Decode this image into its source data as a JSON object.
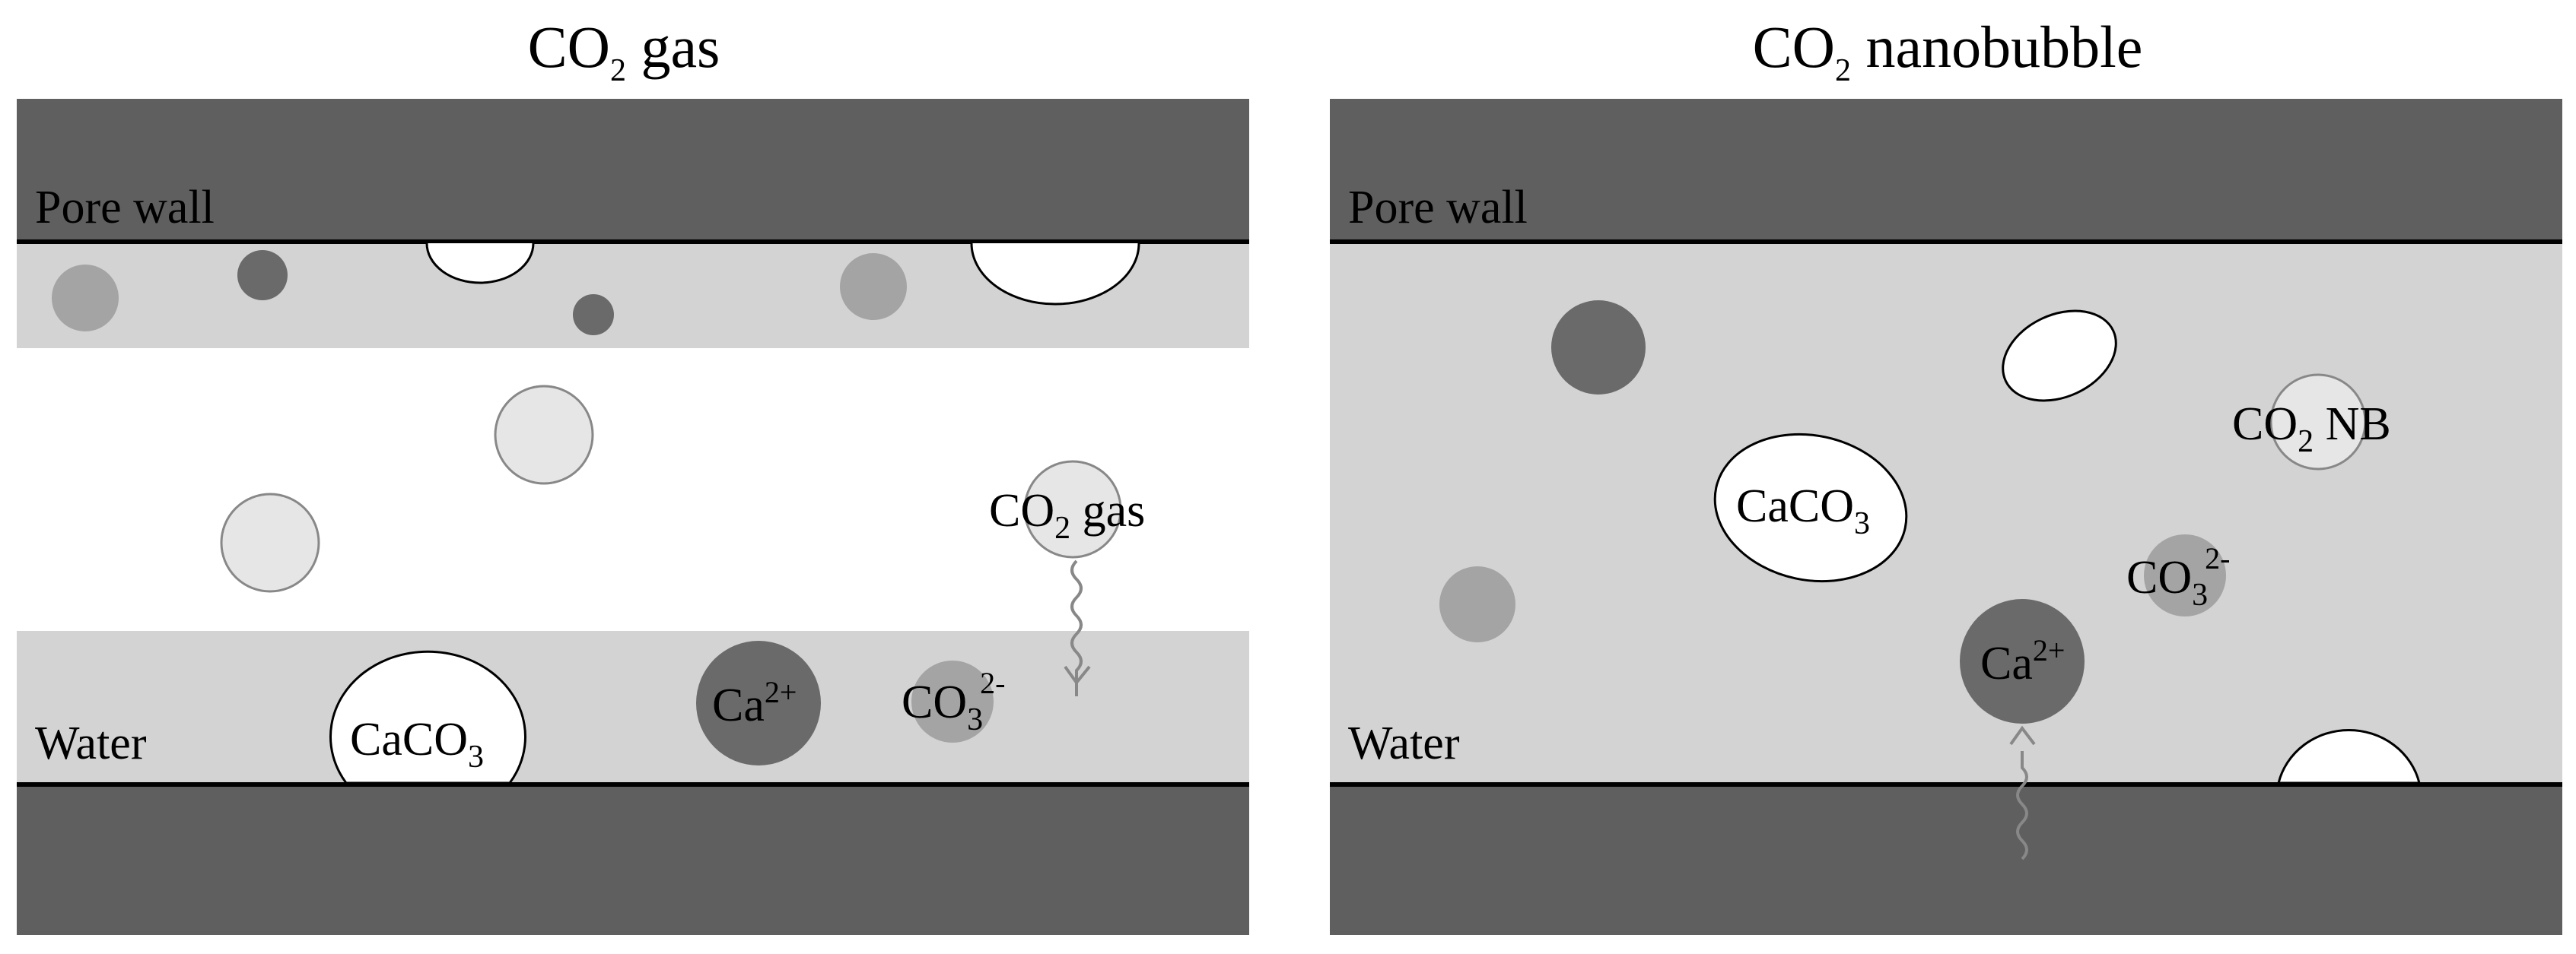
{
  "colors": {
    "pore_wall": "#5f5f5f",
    "water": "#d3d3d3",
    "gas_region": "#ffffff",
    "ca_ion": "#6a6a6a",
    "co3_ion": "#a4a4a4",
    "gas_bubble": "#e6e6e6",
    "caco3": "#ffffff",
    "outline": "#000000"
  },
  "left_panel": {
    "title": {
      "main": "CO",
      "sub": "2",
      "tail": " gas"
    },
    "pore_wall_label": "Pore wall",
    "water_label": "Water",
    "caco3_label": {
      "main": "CaCO",
      "sub": "3"
    },
    "ca_label": {
      "main": "Ca",
      "sup": "2+"
    },
    "co3_label": {
      "main": "CO",
      "sub": "3",
      "sup": "2-"
    },
    "gas_label": {
      "main": "CO",
      "sub": "2",
      "tail": " gas"
    }
  },
  "right_panel": {
    "title": {
      "main": "CO",
      "sub": "2",
      "tail": "  nanobubble"
    },
    "pore_wall_label": "Pore wall",
    "water_label": "Water",
    "caco3_label": {
      "main": "CaCO",
      "sub": "3"
    },
    "ca_label": {
      "main": "Ca",
      "sup": "2+"
    },
    "co3_label": {
      "main": "CO",
      "sub": "3",
      "sup": "2-"
    },
    "nb_label": {
      "main": "CO",
      "sub": "2",
      "tail": " NB"
    }
  }
}
